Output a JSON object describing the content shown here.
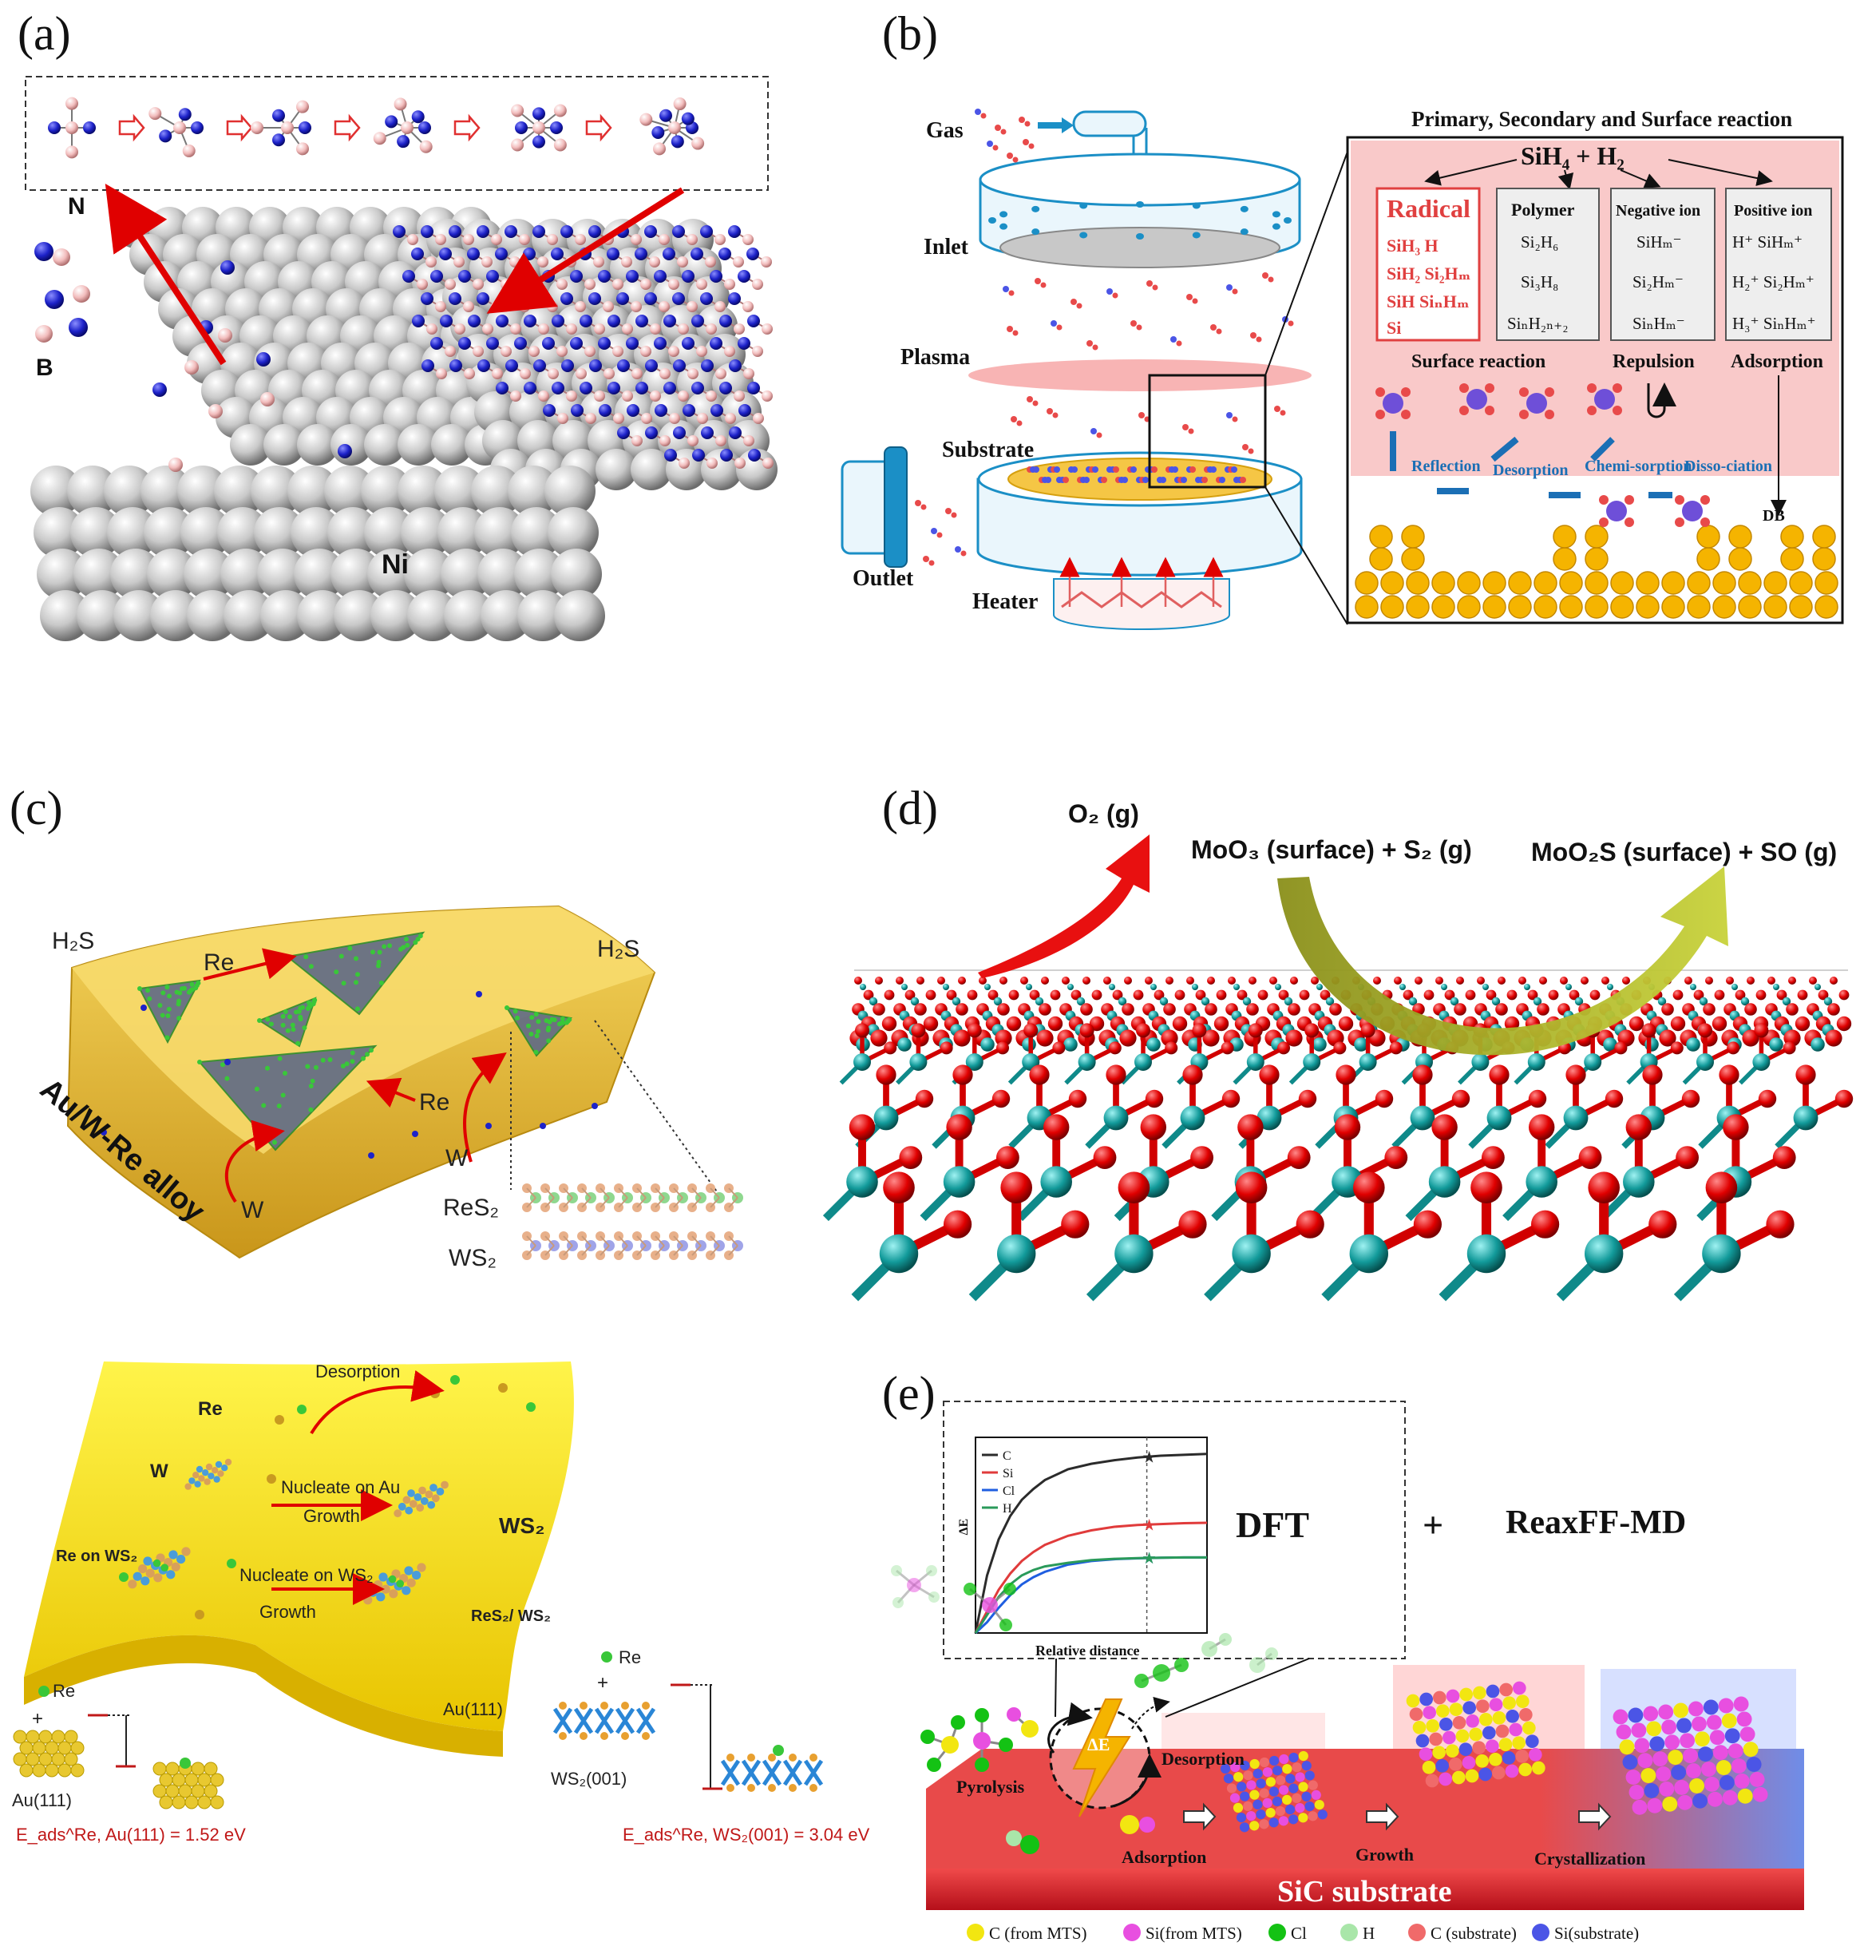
{
  "panels": {
    "a": {
      "label": "(a)",
      "text_n": "N",
      "text_b": "B",
      "text_ni": "Ni"
    },
    "b": {
      "label": "(b)",
      "title": "Primary, Secondary and Surface reaction",
      "reactants": "SiH₄ + H₂",
      "gas": "Gas",
      "inlet": "Inlet",
      "plasma": "Plasma",
      "substrate": "Substrate",
      "outlet": "Outlet",
      "heater": "Heater",
      "radical": "Radical",
      "radical_items": [
        "SiH₃  H",
        "SiH₂  Si₂Hₘ",
        "SiH    SiₙHₘ",
        "Si"
      ],
      "polymer": "Polymer",
      "polymer_items": [
        "Si₂H₆",
        "Si₃H₈",
        "SiₙH₂ₙ₊₂"
      ],
      "negative": "Negative ion",
      "negative_items": [
        "SiHₘ⁻",
        "Si₂Hₘ⁻",
        "SiₙHₘ⁻"
      ],
      "positive": "Positive ion",
      "positive_items": [
        "H⁺   SiHₘ⁺",
        "H₂⁺   Si₂Hₘ⁺",
        "H₃⁺   SiₙHₘ⁺"
      ],
      "surface_reaction": "Surface reaction",
      "repulsion": "Repulsion",
      "adsorption": "Adsorption",
      "reflection": "Reflection",
      "desorption": "Desorption",
      "chemisorption": "Chemi-sorption",
      "dissociation": "Disso-ciation",
      "db": "DB"
    },
    "c": {
      "label": "(c)",
      "h2s_left": "H₂S",
      "h2s_right": "H₂S",
      "re_top": "Re",
      "re_mid": "Re",
      "w_mid": "W",
      "w_bottom": "W",
      "alloy": "Au/W-Re alloy",
      "res2": "ReS₂",
      "ws2": "WS₂",
      "desorption": "Desorption",
      "re_label": "Re",
      "w_label": "W",
      "nucleate_au": "Nucleate on Au",
      "growth1": "Growth",
      "ws2_label": "WS₂",
      "re_on_ws2": "Re on WS₂",
      "nucleate_ws2": "Nucleate on WS₂",
      "growth2": "Growth",
      "res2_ws2": "ReS₂/ WS₂",
      "au111_slab": "Au(111)",
      "re_small_left": "Re",
      "re_small_right": "Re",
      "plus_left": "+",
      "plus_right": "+",
      "au111": "Au(111)",
      "ws2_001": "WS₂(001)",
      "eads_au": "E_ads^Re, Au(111) = 1.52 eV",
      "eads_ws2": "E_ads^Re, WS₂(001) = 3.04 eV"
    },
    "d": {
      "label": "(d)",
      "o2": "O₂ (g)",
      "moo3": "MoO₃ (surface) + S₂ (g)",
      "moo2s": "MoO₂S (surface) + SO (g)"
    },
    "e": {
      "label": "(e)",
      "dft": "DFT",
      "plus": "+",
      "reaxff": "ReaxFF-MD",
      "pyrolysis": "Pyrolysis",
      "desorption": "Desorption",
      "adsorption": "Adsorption",
      "growth": "Growth",
      "crystallization": "Crystallization",
      "substrate": "SiC substrate",
      "delta_e": "ΔE",
      "legend": [
        {
          "label": "C (from MTS)",
          "color": "#f2e611"
        },
        {
          "label": "Si(from MTS)",
          "color": "#e84fe0"
        },
        {
          "label": "Cl",
          "color": "#14c214"
        },
        {
          "label": "H",
          "color": "#a9e6a9"
        },
        {
          "label": "C (substrate)",
          "color": "#f06a6a"
        },
        {
          "label": "Si(substrate)",
          "color": "#4b55e6"
        }
      ]
    }
  },
  "chart_data": {
    "type": "line",
    "title": "",
    "xlabel": "Relative distance",
    "ylabel": "ΔE",
    "x": [
      0,
      0.05,
      0.1,
      0.15,
      0.2,
      0.25,
      0.3,
      0.4,
      0.5,
      0.6,
      0.7,
      0.8,
      0.9,
      1.0
    ],
    "series": [
      {
        "name": "C",
        "color": "#2b2b2b",
        "values": [
          0,
          0.32,
          0.52,
          0.65,
          0.74,
          0.8,
          0.85,
          0.91,
          0.94,
          0.96,
          0.975,
          0.985,
          0.99,
          0.995
        ]
      },
      {
        "name": "Si",
        "color": "#e03b3b",
        "values": [
          0,
          0.12,
          0.24,
          0.33,
          0.4,
          0.45,
          0.49,
          0.54,
          0.57,
          0.59,
          0.6,
          0.605,
          0.61,
          0.612
        ]
      },
      {
        "name": "Cl",
        "color": "#1f5ee0",
        "values": [
          0,
          0.06,
          0.14,
          0.21,
          0.27,
          0.31,
          0.34,
          0.38,
          0.4,
          0.41,
          0.415,
          0.418,
          0.42,
          0.42
        ]
      },
      {
        "name": "H",
        "color": "#2a9a5a",
        "values": [
          0,
          0.1,
          0.2,
          0.27,
          0.32,
          0.35,
          0.37,
          0.39,
          0.405,
          0.412,
          0.416,
          0.418,
          0.42,
          0.42
        ]
      }
    ],
    "marker_x": 0.74,
    "grid": false,
    "legend_position": "top-left"
  }
}
